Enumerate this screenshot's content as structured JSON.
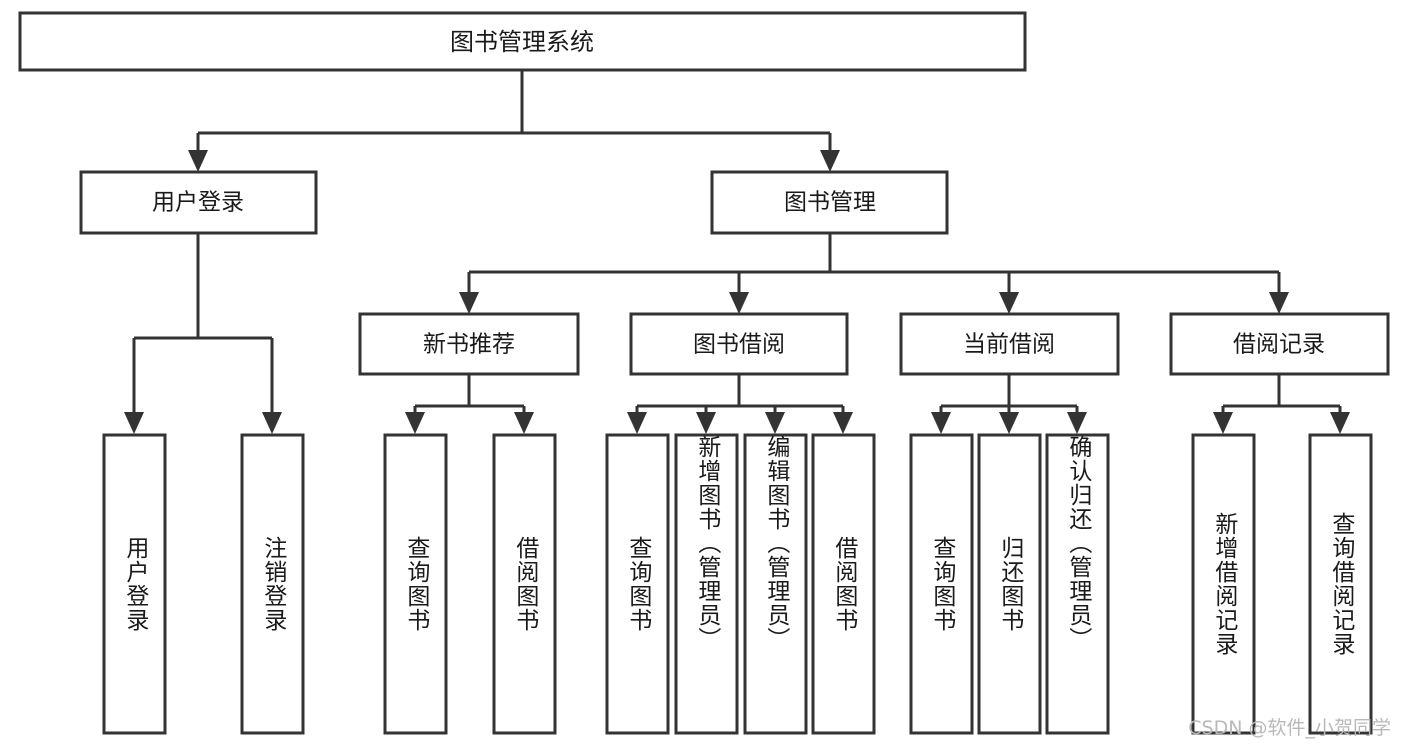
{
  "diagram": {
    "title_node": {
      "label": "图书管理系统"
    },
    "level2": [
      {
        "id": "user-login",
        "label": "用户登录"
      },
      {
        "id": "book-manage",
        "label": "图书管理"
      }
    ],
    "level3": [
      {
        "id": "new-book-recommend",
        "label": "新书推荐"
      },
      {
        "id": "book-borrow",
        "label": "图书借阅"
      },
      {
        "id": "current-borrow",
        "label": "当前借阅"
      },
      {
        "id": "borrow-record",
        "label": "借阅记录"
      }
    ],
    "leaves": [
      {
        "id": "leaf-user-login",
        "label": "用户登录"
      },
      {
        "id": "leaf-logout-login",
        "label": "注销登录"
      },
      {
        "id": "leaf-query-book-1",
        "label": "查询图书"
      },
      {
        "id": "leaf-borrow-book-1",
        "label": "借阅图书"
      },
      {
        "id": "leaf-query-book-2",
        "label": "查询图书"
      },
      {
        "id": "leaf-add-book",
        "label": "新增图书（管理员）"
      },
      {
        "id": "leaf-edit-book",
        "label": "编辑图书（管理员）"
      },
      {
        "id": "leaf-borrow-book-2",
        "label": "借阅图书"
      },
      {
        "id": "leaf-query-book-3",
        "label": "查询图书"
      },
      {
        "id": "leaf-return-book",
        "label": "归还图书"
      },
      {
        "id": "leaf-confirm-return",
        "label": "确认归还（管理员）"
      },
      {
        "id": "leaf-add-record",
        "label": "新增借阅记录"
      },
      {
        "id": "leaf-query-record",
        "label": "查询借阅记录"
      }
    ]
  },
  "watermark": {
    "text": "CSDN @软件_小贺同学"
  },
  "colors": {
    "stroke": "#333333",
    "fill": "#ffffff",
    "text": "#1a1a1a",
    "watermark": "#b9b9b9"
  }
}
